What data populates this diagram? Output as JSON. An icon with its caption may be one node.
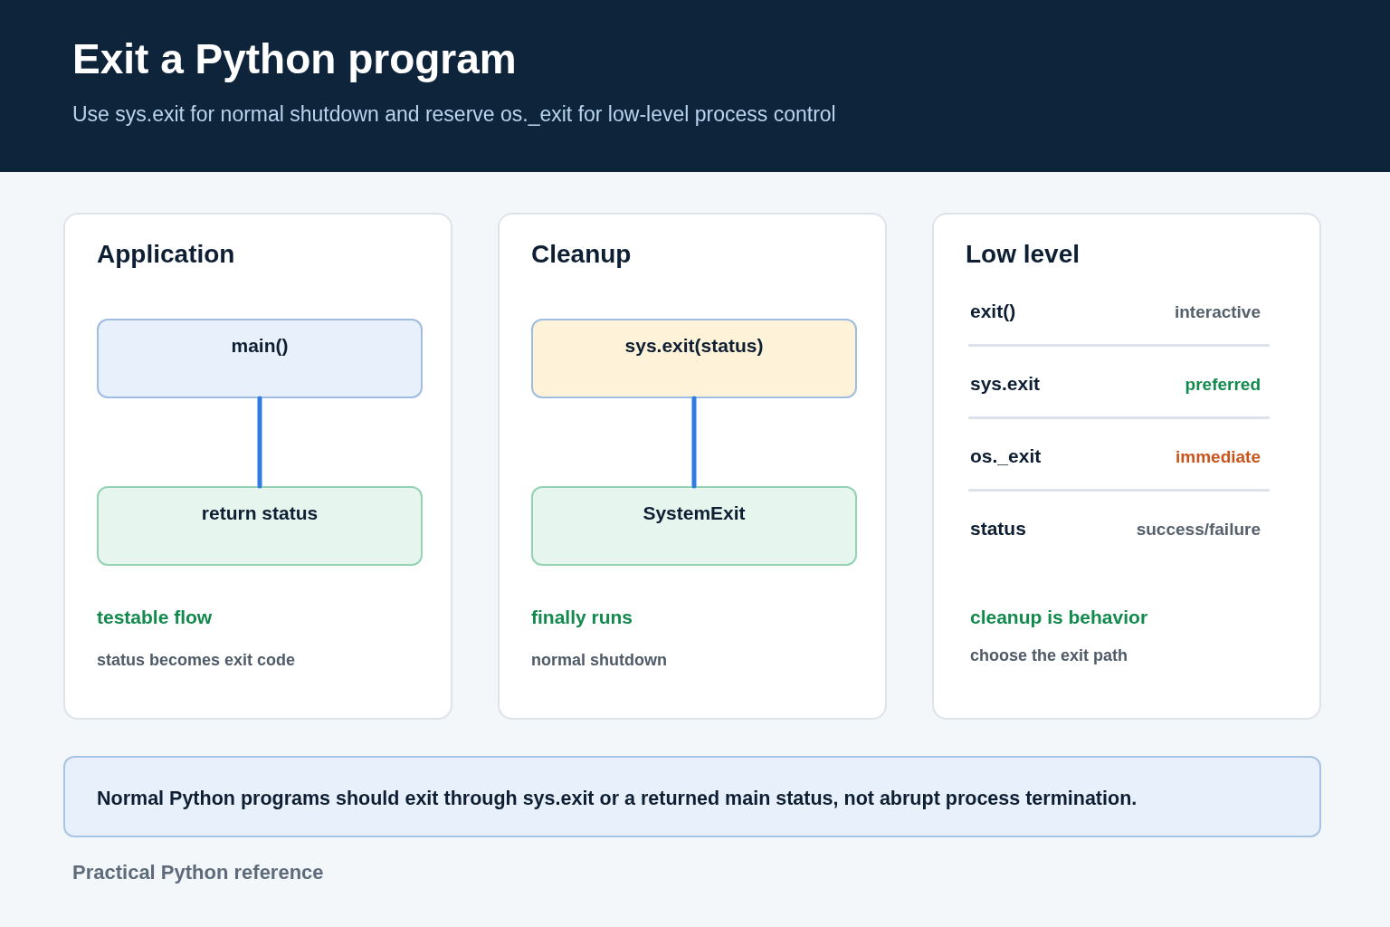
{
  "diagram": {
    "title": "Exit a Python program",
    "nodes": [
      {
        "text": [
          "Application",
          "testable flow",
          "status becomes exit code"
        ]
      },
      {
        "text": [
          "main()"
        ],
        "in": 0
      },
      {
        "text": [
          "return status"
        ],
        "in": 0
      },
      {
        "text": [
          "Cleanup",
          "finally runs",
          "normal shutdown"
        ]
      },
      {
        "text": [
          "sys.exit(status)"
        ],
        "in": 3
      },
      {
        "text": [
          "SystemExit"
        ],
        "in": 3
      },
      {
        "text": [
          "Low level",
          "exit()",
          "interactive",
          "sys.exit",
          "preferred",
          "os._exit",
          "immediate",
          "status",
          "success/failure",
          "cleanup is behavior",
          "choose the exit path"
        ]
      },
      {
        "text": [
          "Normal Python programs should exit through sys.exit or a returned main status, not abrupt process termination."
        ]
      }
    ],
    "edges": [
      {
        "from": 1,
        "to": 2,
        "arrow": "none"
      },
      {
        "from": 4,
        "to": 5,
        "arrow": "none"
      }
    ],
    "labels": [
      "Use sys.exit for normal shutdown and reserve os._exit for low-level process control",
      "Practical Python reference"
    ]
  }
}
